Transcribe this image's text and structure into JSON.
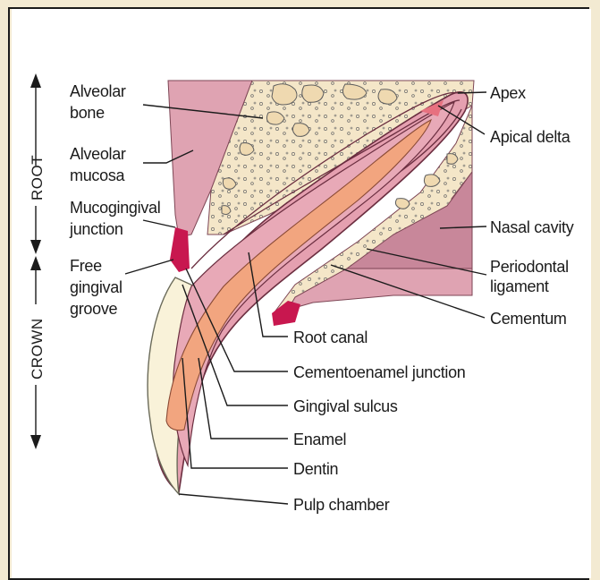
{
  "labels": {
    "alveolar_bone": [
      "Alveolar",
      "bone"
    ],
    "alveolar_mucosa": [
      "Alveolar",
      "mucosa"
    ],
    "mucogingival_junction": [
      "Mucogingival",
      "junction"
    ],
    "free_gingival_groove": [
      "Free",
      "gingival",
      "groove"
    ],
    "apex": "Apex",
    "apical_delta": "Apical delta",
    "nasal_cavity": "Nasal cavity",
    "periodontal_ligament": [
      "Periodontal",
      "ligament"
    ],
    "cementum": "Cementum",
    "root_canal": "Root canal",
    "cementoenamel_junction": "Cementoenamel junction",
    "gingival_sulcus": "Gingival sulcus",
    "enamel": "Enamel",
    "dentin": "Dentin",
    "pulp_chamber": "Pulp chamber"
  },
  "axis": {
    "root": "ROOT",
    "crown": "CROWN"
  },
  "colors": {
    "background_frame": "#f3ead2",
    "panel": "#ffffff",
    "soft_tissue": "#dc9cac",
    "bone": "#f1e3c6",
    "dentin": "#e7a7b3",
    "pulp": "#f2a57f",
    "enamel": "#f9f2d9",
    "gingiva_highlight": "#c8174f"
  }
}
